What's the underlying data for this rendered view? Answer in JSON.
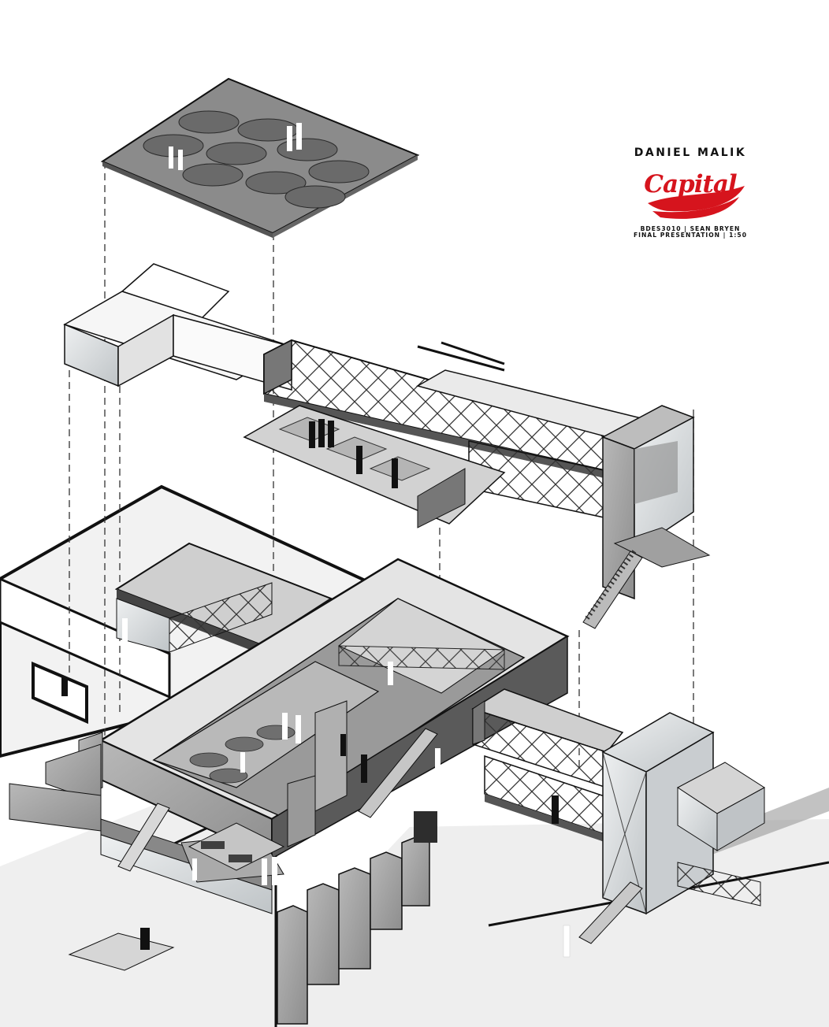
{
  "title_block": {
    "author": "DANIEL MALIK",
    "logo_text": "Capital",
    "logo_color": "#d6141d",
    "course_line": "BDES3010 | SEAN BRYEN",
    "presentation_line": "FINAL PRESENTATION | 1:50"
  },
  "colors": {
    "background": "#ffffff",
    "line": "#111111",
    "concrete": "#a9a9a9",
    "floor": "#c8c8c8",
    "glass": "#d9dde0",
    "shadow": "#505050"
  }
}
